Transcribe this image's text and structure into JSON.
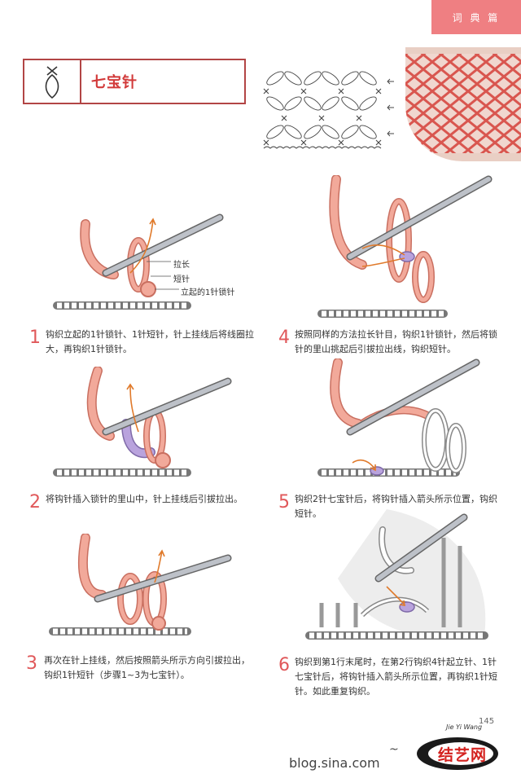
{
  "header": {
    "category_tab": "词 典 篇"
  },
  "title": {
    "text": "七宝针",
    "symbol": "stitch-symbol-icon"
  },
  "callouts": {
    "pull_long": "拉长",
    "short_stitch": "短针",
    "turning_chain": "立起的1针锁针"
  },
  "steps": [
    {
      "num": "1",
      "text": "钩织立起的1针锁针、1针短针，针上挂线后将线圈拉大，再钩织1针锁针。"
    },
    {
      "num": "2",
      "text": "将钩针插入锁针的里山中，针上挂线后引拔拉出。"
    },
    {
      "num": "3",
      "text": "再次在针上挂线，然后按照箭头所示方向引拔拉出，钩织1针短针（步骤1~3为七宝针）。"
    },
    {
      "num": "4",
      "text": "按照同样的方法拉长针目，钩织1针锁针，然后将锁针的里山挑起后引拔拉出线，钩织短针。"
    },
    {
      "num": "5",
      "text": "钩织2针七宝针后，将钩针插入箭头所示位置，钩织短针。"
    },
    {
      "num": "6",
      "text": "钩织到第1行末尾时，在第2行钩织4针起立针、1针七宝针后，将钩针插入箭头所示位置，再钩织1针短针。如此重复钩织。"
    }
  ],
  "footer": {
    "url": "blog.sina.com",
    "tilde": "~",
    "logo_text": "结艺网",
    "logo_script": "Jie Yi Wang",
    "page_number": "145"
  },
  "colors": {
    "accent": "#e0585a",
    "yarn": "#f2a99a",
    "yarn_dark": "#c96f60",
    "hook": "#9a9ea6",
    "arrow": "#e07a2b",
    "highlight": "#b9a3dd"
  }
}
